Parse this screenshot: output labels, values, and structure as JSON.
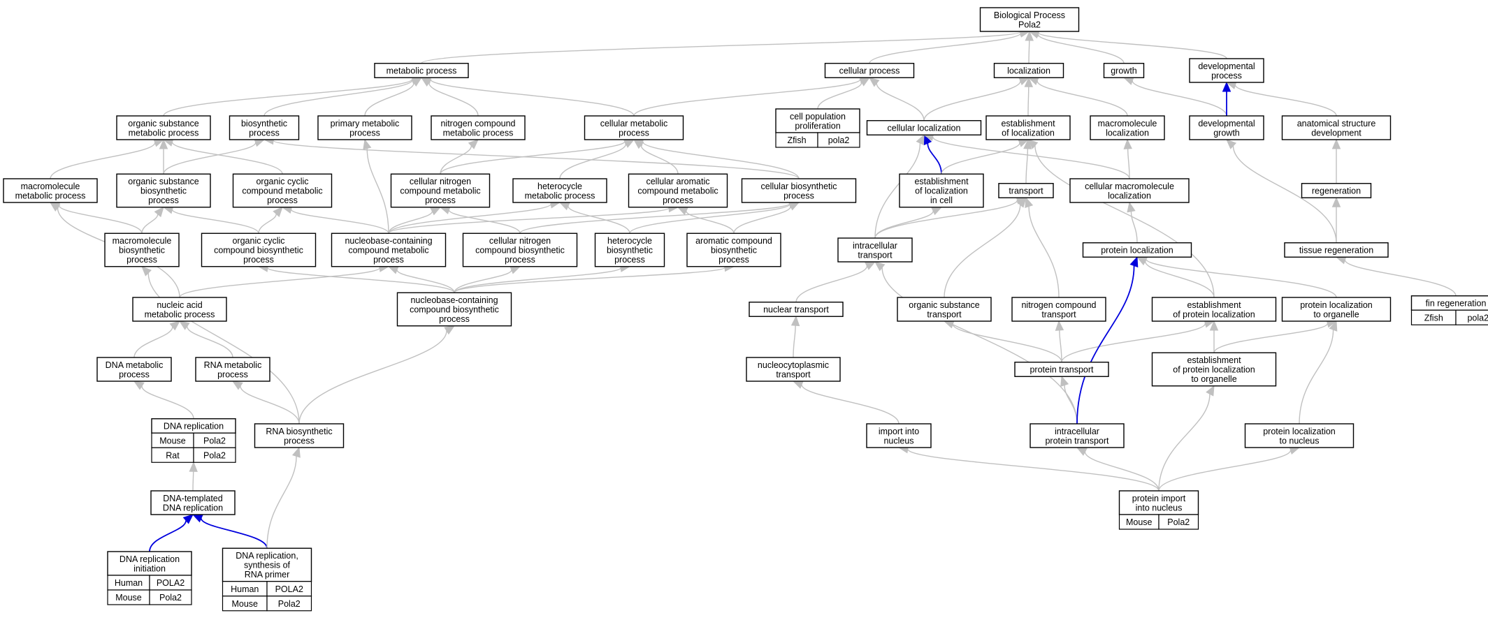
{
  "colors": {
    "edge_gray": "#c0c0c0",
    "edge_blue": "#0000dd",
    "Human": "#ee5a45",
    "Mouse": "#add8e6",
    "Rat": "#ffd700",
    "Zfish": "#6495ed"
  },
  "nodes": [
    {
      "id": "bp",
      "lines": [
        "Biological Process",
        "Pola2"
      ]
    },
    {
      "id": "metabolic",
      "lines": [
        "metabolic process"
      ]
    },
    {
      "id": "cellular",
      "lines": [
        "cellular process"
      ]
    },
    {
      "id": "localization",
      "lines": [
        "localization"
      ]
    },
    {
      "id": "growth",
      "lines": [
        "growth"
      ]
    },
    {
      "id": "developmental",
      "lines": [
        "developmental",
        "process"
      ]
    },
    {
      "id": "orgsub_met",
      "lines": [
        "organic substance",
        "metabolic process"
      ]
    },
    {
      "id": "biosynthetic",
      "lines": [
        "biosynthetic",
        "process"
      ]
    },
    {
      "id": "primary_met",
      "lines": [
        "primary metabolic",
        "process"
      ]
    },
    {
      "id": "nitrogen_met",
      "lines": [
        "nitrogen compound",
        "metabolic process"
      ]
    },
    {
      "id": "cell_met",
      "lines": [
        "cellular metabolic",
        "process"
      ]
    },
    {
      "id": "cell_pop",
      "lines": [
        "cell population",
        "proliferation"
      ],
      "species": [
        {
          "name": "Zfish",
          "gene": "pola2"
        }
      ]
    },
    {
      "id": "cell_loc",
      "lines": [
        "cellular localization"
      ]
    },
    {
      "id": "est_loc",
      "lines": [
        "establishment",
        "of localization"
      ]
    },
    {
      "id": "macro_loc",
      "lines": [
        "macromolecule",
        "localization"
      ]
    },
    {
      "id": "dev_growth",
      "lines": [
        "developmental",
        "growth"
      ]
    },
    {
      "id": "anat_dev",
      "lines": [
        "anatomical structure",
        "development"
      ]
    },
    {
      "id": "macro_met",
      "lines": [
        "macromolecule",
        "metabolic process"
      ]
    },
    {
      "id": "orgsub_bio",
      "lines": [
        "organic substance",
        "biosynthetic",
        "process"
      ]
    },
    {
      "id": "orgcyc_met",
      "lines": [
        "organic cyclic",
        "compound metabolic",
        "process"
      ]
    },
    {
      "id": "cellnit_met",
      "lines": [
        "cellular nitrogen",
        "compound metabolic",
        "process"
      ]
    },
    {
      "id": "hetero_met",
      "lines": [
        "heterocycle",
        "metabolic process"
      ]
    },
    {
      "id": "cellarom_met",
      "lines": [
        "cellular aromatic",
        "compound metabolic",
        "process"
      ]
    },
    {
      "id": "cell_bio",
      "lines": [
        "cellular biosynthetic",
        "process"
      ]
    },
    {
      "id": "est_loc_cell",
      "lines": [
        "establishment",
        "of localization",
        "in cell"
      ]
    },
    {
      "id": "transport",
      "lines": [
        "transport"
      ]
    },
    {
      "id": "cellmacro_loc",
      "lines": [
        "cellular macromolecule",
        "localization"
      ]
    },
    {
      "id": "regeneration",
      "lines": [
        "regeneration"
      ]
    },
    {
      "id": "macro_bio",
      "lines": [
        "macromolecule",
        "biosynthetic",
        "process"
      ]
    },
    {
      "id": "orgcyc_bio",
      "lines": [
        "organic cyclic",
        "compound biosynthetic",
        "process"
      ]
    },
    {
      "id": "nbc_met",
      "lines": [
        "nucleobase-containing",
        "compound metabolic",
        "process"
      ]
    },
    {
      "id": "cellnit_bio",
      "lines": [
        "cellular nitrogen",
        "compound biosynthetic",
        "process"
      ]
    },
    {
      "id": "hetero_bio",
      "lines": [
        "heterocycle",
        "biosynthetic",
        "process"
      ]
    },
    {
      "id": "arom_bio",
      "lines": [
        "aromatic compound",
        "biosynthetic",
        "process"
      ]
    },
    {
      "id": "intra_trans",
      "lines": [
        "intracellular",
        "transport"
      ]
    },
    {
      "id": "prot_loc",
      "lines": [
        "protein localization"
      ]
    },
    {
      "id": "tissue_regen",
      "lines": [
        "tissue regeneration"
      ]
    },
    {
      "id": "nucleic_met",
      "lines": [
        "nucleic acid",
        "metabolic process"
      ]
    },
    {
      "id": "nbc_bio",
      "lines": [
        "nucleobase-containing",
        "compound biosynthetic",
        "process"
      ]
    },
    {
      "id": "nuc_trans",
      "lines": [
        "nuclear transport"
      ]
    },
    {
      "id": "orgsub_trans",
      "lines": [
        "organic substance",
        "transport"
      ]
    },
    {
      "id": "nitcomp_trans",
      "lines": [
        "nitrogen compound",
        "transport"
      ]
    },
    {
      "id": "est_prot_loc",
      "lines": [
        "establishment",
        "of protein localization"
      ]
    },
    {
      "id": "prot_loc_org",
      "lines": [
        "protein localization",
        "to organelle"
      ]
    },
    {
      "id": "fin_regen",
      "lines": [
        "fin regeneration"
      ],
      "species": [
        {
          "name": "Zfish",
          "gene": "pola2"
        }
      ]
    },
    {
      "id": "dna_met",
      "lines": [
        "DNA metabolic",
        "process"
      ]
    },
    {
      "id": "rna_met",
      "lines": [
        "RNA metabolic",
        "process"
      ]
    },
    {
      "id": "nucleocyto",
      "lines": [
        "nucleocytoplasmic",
        "transport"
      ]
    },
    {
      "id": "prot_trans",
      "lines": [
        "protein transport"
      ]
    },
    {
      "id": "est_prot_loc_org",
      "lines": [
        "establishment",
        "of protein localization",
        "to organelle"
      ]
    },
    {
      "id": "dna_rep",
      "lines": [
        "DNA replication"
      ],
      "species": [
        {
          "name": "Mouse",
          "gene": "Pola2"
        },
        {
          "name": "Rat",
          "gene": "Pola2"
        }
      ]
    },
    {
      "id": "rna_bio",
      "lines": [
        "RNA biosynthetic",
        "process"
      ]
    },
    {
      "id": "import_nuc",
      "lines": [
        "import into",
        "nucleus"
      ]
    },
    {
      "id": "intra_prot_trans",
      "lines": [
        "intracellular",
        "protein transport"
      ]
    },
    {
      "id": "prot_loc_nuc",
      "lines": [
        "protein localization",
        "to nucleus"
      ]
    },
    {
      "id": "dna_templ",
      "lines": [
        "DNA-templated",
        "DNA replication"
      ]
    },
    {
      "id": "prot_import",
      "lines": [
        "protein import",
        "into nucleus"
      ],
      "species": [
        {
          "name": "Mouse",
          "gene": "Pola2"
        }
      ]
    },
    {
      "id": "dna_rep_init",
      "lines": [
        "DNA replication",
        "initiation"
      ],
      "species": [
        {
          "name": "Human",
          "gene": "POLA2"
        },
        {
          "name": "Mouse",
          "gene": "Pola2"
        }
      ]
    },
    {
      "id": "dna_rep_rna",
      "lines": [
        "DNA replication,",
        "synthesis of",
        "RNA primer"
      ],
      "species": [
        {
          "name": "Human",
          "gene": "POLA2"
        },
        {
          "name": "Mouse",
          "gene": "Pola2"
        }
      ]
    }
  ],
  "edges": [
    {
      "from": "metabolic",
      "to": "bp"
    },
    {
      "from": "cellular",
      "to": "bp"
    },
    {
      "from": "localization",
      "to": "bp"
    },
    {
      "from": "growth",
      "to": "bp"
    },
    {
      "from": "developmental",
      "to": "bp"
    },
    {
      "from": "orgsub_met",
      "to": "metabolic"
    },
    {
      "from": "biosynthetic",
      "to": "metabolic"
    },
    {
      "from": "primary_met",
      "to": "metabolic"
    },
    {
      "from": "nitrogen_met",
      "to": "metabolic"
    },
    {
      "from": "cell_met",
      "to": "metabolic"
    },
    {
      "from": "cell_met",
      "to": "cellular"
    },
    {
      "from": "cell_pop",
      "to": "cellular"
    },
    {
      "from": "cell_loc",
      "to": "cellular"
    },
    {
      "from": "cell_loc",
      "to": "localization"
    },
    {
      "from": "est_loc",
      "to": "localization"
    },
    {
      "from": "macro_loc",
      "to": "localization"
    },
    {
      "from": "dev_growth",
      "to": "growth"
    },
    {
      "from": "dev_growth",
      "to": "developmental",
      "blue": true
    },
    {
      "from": "anat_dev",
      "to": "developmental"
    },
    {
      "from": "macro_met",
      "to": "orgsub_met"
    },
    {
      "from": "orgsub_bio",
      "to": "orgsub_met"
    },
    {
      "from": "orgsub_bio",
      "to": "biosynthetic"
    },
    {
      "from": "orgcyc_met",
      "to": "orgsub_met"
    },
    {
      "from": "cell_bio",
      "to": "biosynthetic"
    },
    {
      "from": "cellnit_met",
      "to": "nitrogen_met"
    },
    {
      "from": "cellnit_met",
      "to": "cell_met"
    },
    {
      "from": "hetero_met",
      "to": "cell_met"
    },
    {
      "from": "cellarom_met",
      "to": "cell_met"
    },
    {
      "from": "cell_bio",
      "to": "cell_met"
    },
    {
      "from": "nbc_met",
      "to": "primary_met"
    },
    {
      "from": "est_loc_cell",
      "to": "cell_loc",
      "blue": true
    },
    {
      "from": "est_loc_cell",
      "to": "est_loc"
    },
    {
      "from": "transport",
      "to": "est_loc"
    },
    {
      "from": "cellmacro_loc",
      "to": "cell_loc"
    },
    {
      "from": "cellmacro_loc",
      "to": "macro_loc"
    },
    {
      "from": "est_prot_loc",
      "to": "est_loc"
    },
    {
      "from": "tissue_regen",
      "to": "dev_growth"
    },
    {
      "from": "regeneration",
      "to": "anat_dev"
    },
    {
      "from": "macro_bio",
      "to": "macro_met"
    },
    {
      "from": "macro_bio",
      "to": "orgsub_bio"
    },
    {
      "from": "orgcyc_bio",
      "to": "orgsub_bio"
    },
    {
      "from": "orgcyc_bio",
      "to": "orgcyc_met"
    },
    {
      "from": "nbc_met",
      "to": "orgcyc_met"
    },
    {
      "from": "nbc_met",
      "to": "cellnit_met"
    },
    {
      "from": "nbc_met",
      "to": "hetero_met"
    },
    {
      "from": "nbc_met",
      "to": "cellarom_met"
    },
    {
      "from": "cellnit_bio",
      "to": "cellnit_met"
    },
    {
      "from": "cellnit_bio",
      "to": "cell_bio"
    },
    {
      "from": "hetero_bio",
      "to": "hetero_met"
    },
    {
      "from": "hetero_bio",
      "to": "cell_bio"
    },
    {
      "from": "arom_bio",
      "to": "cellarom_met"
    },
    {
      "from": "arom_bio",
      "to": "cell_bio"
    },
    {
      "from": "intra_trans",
      "to": "cell_loc"
    },
    {
      "from": "intra_trans",
      "to": "est_loc_cell"
    },
    {
      "from": "intra_trans",
      "to": "transport"
    },
    {
      "from": "prot_loc",
      "to": "cellmacro_loc"
    },
    {
      "from": "tissue_regen",
      "to": "regeneration"
    },
    {
      "from": "fin_regen",
      "to": "tissue_regen"
    },
    {
      "from": "nucleic_met",
      "to": "macro_met"
    },
    {
      "from": "nucleic_met",
      "to": "nbc_met"
    },
    {
      "from": "nbc_bio",
      "to": "orgcyc_bio"
    },
    {
      "from": "nbc_bio",
      "to": "nbc_met"
    },
    {
      "from": "nbc_bio",
      "to": "cellnit_bio"
    },
    {
      "from": "nbc_bio",
      "to": "hetero_bio"
    },
    {
      "from": "nbc_bio",
      "to": "arom_bio"
    },
    {
      "from": "nuc_trans",
      "to": "intra_trans"
    },
    {
      "from": "orgsub_trans",
      "to": "transport"
    },
    {
      "from": "nitcomp_trans",
      "to": "transport"
    },
    {
      "from": "est_prot_loc",
      "to": "prot_loc"
    },
    {
      "from": "prot_loc_org",
      "to": "prot_loc"
    },
    {
      "from": "dna_met",
      "to": "nucleic_met"
    },
    {
      "from": "rna_met",
      "to": "nucleic_met"
    },
    {
      "from": "nucleocyto",
      "to": "nuc_trans"
    },
    {
      "from": "prot_trans",
      "to": "orgsub_trans"
    },
    {
      "from": "prot_trans",
      "to": "nitcomp_trans"
    },
    {
      "from": "prot_trans",
      "to": "est_prot_loc"
    },
    {
      "from": "est_prot_loc_org",
      "to": "est_prot_loc"
    },
    {
      "from": "est_prot_loc_org",
      "to": "prot_loc_org"
    },
    {
      "from": "dna_rep",
      "to": "dna_met"
    },
    {
      "from": "rna_bio",
      "to": "macro_bio"
    },
    {
      "from": "rna_bio",
      "to": "nbc_bio"
    },
    {
      "from": "rna_bio",
      "to": "rna_met"
    },
    {
      "from": "import_nuc",
      "to": "nucleocyto"
    },
    {
      "from": "intra_prot_trans",
      "to": "intra_trans"
    },
    {
      "from": "intra_prot_trans",
      "to": "prot_trans"
    },
    {
      "from": "intra_prot_trans",
      "to": "prot_loc",
      "blue": true
    },
    {
      "from": "prot_loc_nuc",
      "to": "prot_loc_org"
    },
    {
      "from": "dna_templ",
      "to": "dna_rep"
    },
    {
      "from": "prot_import",
      "to": "import_nuc"
    },
    {
      "from": "prot_import",
      "to": "intra_prot_trans"
    },
    {
      "from": "prot_import",
      "to": "est_prot_loc_org"
    },
    {
      "from": "prot_import",
      "to": "prot_loc_nuc"
    },
    {
      "from": "dna_rep_init",
      "to": "dna_templ",
      "blue": true
    },
    {
      "from": "dna_rep_rna",
      "to": "dna_templ",
      "blue": true
    },
    {
      "from": "dna_rep_rna",
      "to": "rna_bio"
    }
  ]
}
